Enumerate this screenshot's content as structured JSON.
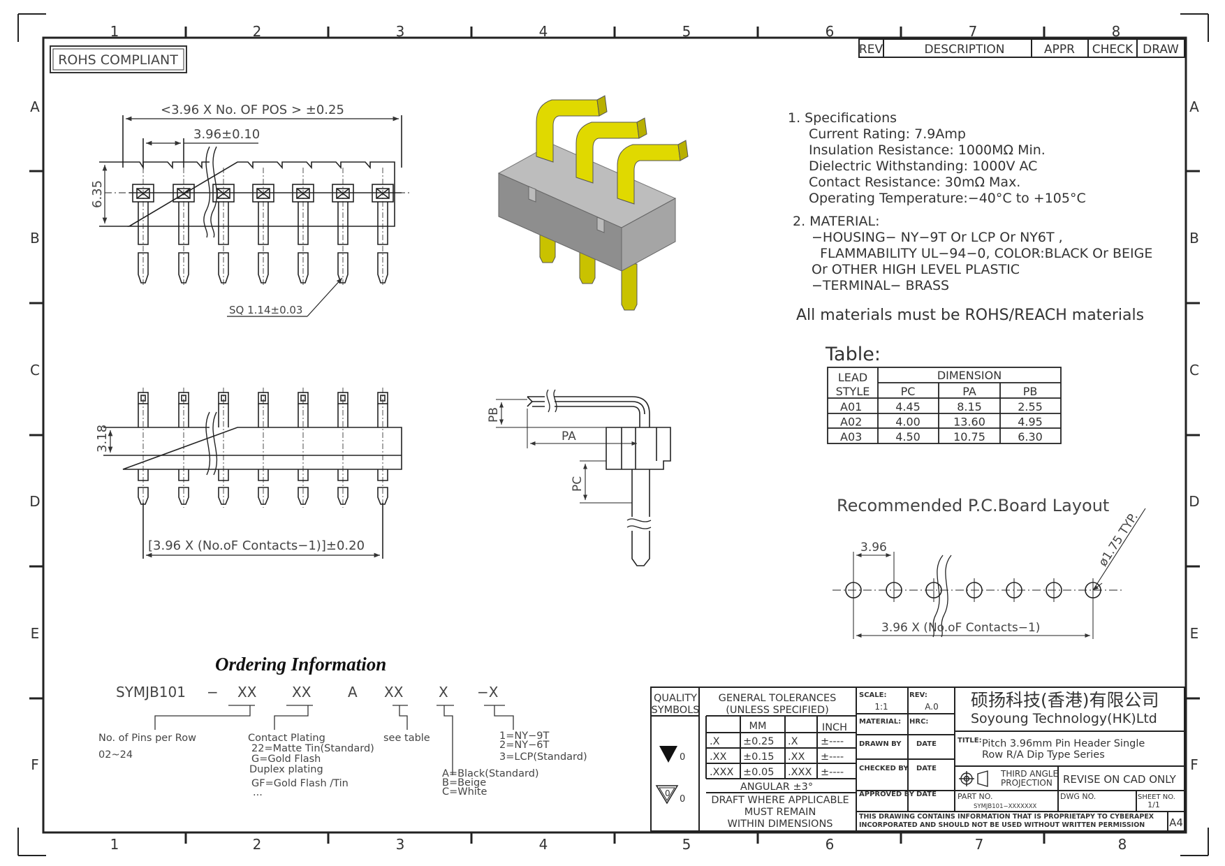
{
  "frame": {
    "cols": [
      "1",
      "2",
      "3",
      "4",
      "5",
      "6",
      "7",
      "8"
    ],
    "rows": [
      "A",
      "B",
      "C",
      "D",
      "E",
      "F"
    ]
  },
  "rohs_box": "ROHS COMPLIANT",
  "revision_table": {
    "headers": [
      "REV",
      "DESCRIPTION",
      "APPR",
      "CHECK",
      "DRAW"
    ]
  },
  "front_view": {
    "overall_dim": "<3.96 X No. OF POS > ±0.25",
    "pitch_dim": "3.96±0.10",
    "height_dim": "6.35",
    "pin_callout": "SQ 1.14±0.03"
  },
  "bottom_view": {
    "height_dim": "3.18",
    "span_dim": "[3.96 X (No.oF Contacts−1)]±0.20"
  },
  "side_view": {
    "pb": "PB",
    "pa": "PA",
    "pc": "PC"
  },
  "specs": {
    "heading": "1. Specifications",
    "lines": [
      "Current Rating:   7.9Amp",
      "Insulation Resistance: 1000MΩ Min.",
      "Dielectric Withstanding:   1000V AC",
      "Contact Resistance:   30mΩ Max.",
      "Operating Temperature:−40°C to +105°C"
    ],
    "material_heading": "2. MATERIAL:",
    "material_lines": [
      "−HOUSING−  NY−9T Or LCP Or  NY6T ,",
      "  FLAMMABILITY UL−94−0, COLOR:BLACK Or BEIGE",
      "Or OTHER HIGH LEVEL PLASTIC",
      "−TERMINAL−  BRASS"
    ],
    "note": "All materials must be ROHS/REACH materials"
  },
  "dim_table": {
    "caption": "Table:",
    "lead_style_1": "LEAD",
    "lead_style_2": "STYLE",
    "dimension": "DIMENSION",
    "cols": [
      "PC",
      "PA",
      "PB"
    ],
    "rows": [
      [
        "A01",
        "4.45",
        "8.15",
        "2.55"
      ],
      [
        "A02",
        "4.00",
        "13.60",
        "4.95"
      ],
      [
        "A03",
        "4.50",
        "10.75",
        "6.30"
      ]
    ]
  },
  "pcb": {
    "title": "Recommended P.C.Board Layout",
    "pitch": "3.96",
    "hole": "ø1.75 TYP.",
    "span": "3.96 X (No.oF Contacts−1)"
  },
  "ordering": {
    "title": "Ordering Information",
    "code": [
      "SYMJB101",
      "−",
      "XX",
      "XX",
      "A",
      "XX",
      "X",
      "−X"
    ],
    "pins_label": "No. of Pins per Row",
    "pins_range": "02~24",
    "plating_lines": [
      "Contact Plating",
      "22=Matte Tin(Standard)",
      "G=Gold Flash",
      "Duplex plating",
      "GF=Gold Flash  /Tin",
      "..."
    ],
    "see_table": "see table",
    "color_lines": [
      "A=Black(Standard)",
      "B=Beige",
      "C=White"
    ],
    "material_lines": [
      "1=NY−9T",
      "2=NY−6T",
      "3=LCP(Standard)"
    ]
  },
  "title_block": {
    "quality_1": "QUALITY",
    "quality_2": "SYMBOLS",
    "sym_mark": "0",
    "gen_tol_1": "GENERAL TOLERANCES",
    "gen_tol_2": "(UNLESS SPECIFIED)",
    "mm": "MM",
    "inch": "INCH",
    "tol_rows": [
      [
        ".X",
        "±0.25",
        ".X",
        "±----"
      ],
      [
        ".XX",
        "±0.15",
        ".XX",
        "±----"
      ],
      [
        ".XXX",
        "±0.05",
        ".XXX",
        "±----"
      ]
    ],
    "angular": "ANGULAR ±3°",
    "draft_1": "DRAFT WHERE APPLICABLE",
    "draft_2": "MUST REMAIN",
    "draft_3": "WITHIN DIMENSIONS",
    "scale_label": "SCALE:",
    "scale_value": "1:1",
    "rev_label": "REV:",
    "rev_value": "A.0",
    "material_label": "MATERIAL:",
    "hrc_label": "HRC:",
    "drawn_by": "DRAWN BY",
    "checked_by": "CHECKED BY",
    "approved_by": "APPROVED BY",
    "date": "DATE",
    "company_cn": "硕扬科技(香港)有限公司",
    "company_en": "Soyoung Technology(HK)Ltd",
    "title_label": "TITLE:",
    "title_1": "Pitch 3.96mm Pin Header Single",
    "title_2": "Row R/A Dip Type Series",
    "projection_1": "THIRD ANGLE",
    "projection_2": "PROJECTION",
    "revise": "REVISE ON CAD ONLY",
    "part_label": "PART NO.",
    "part_value": "SYMJB101−XXXXXXX",
    "dwg_label": "DWG NO.",
    "sheet_label": "SHEET NO.",
    "sheet_value": "1/1",
    "notice_1": "THIS DRAWING CONTAINS INFORMATION THAT IS PROPRIETAPY TO CYBERAPEX",
    "notice_2": "INCORPORATED AND SHOULD NOT BE USED WITHOUT WRITTEN PERMISSION",
    "size": "A4"
  }
}
